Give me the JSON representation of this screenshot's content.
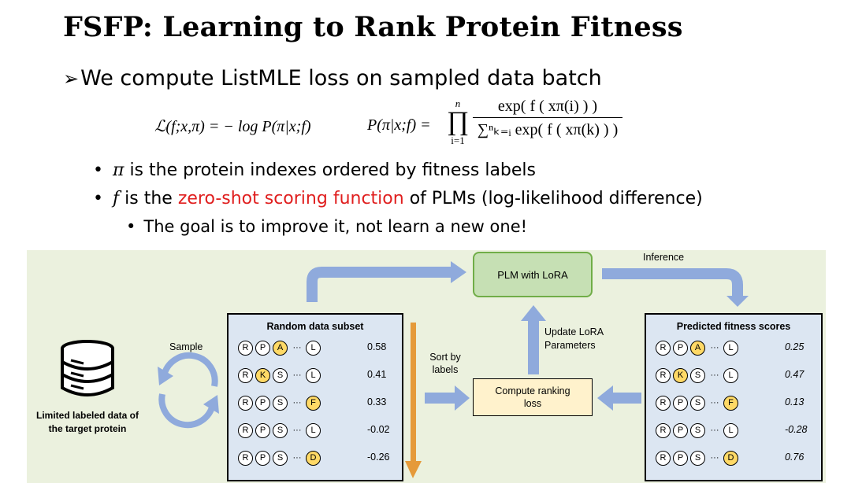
{
  "slide": {
    "title": "FSFP: Learning to Rank Protein Fitness",
    "main_bullet": {
      "marker": "➢",
      "text": "We compute ListMLE loss on sampled data batch"
    },
    "formula": {
      "loss": "ℒ(f;x,π) = − log P(π|x;f)",
      "prob_lhs": "P(π|x;f) =",
      "prod_symbol": "∏",
      "prod_upper": "n",
      "prod_lower": "i=1",
      "numerator": "exp( f ( xπ(i) ) )",
      "denominator": "∑ⁿₖ₌ᵢ exp( f ( xπ(k) ) )"
    },
    "sub_bullets": [
      {
        "symbol": "π",
        "text": " is the protein indexes ordered by fitness labels"
      },
      {
        "symbol": "f",
        "text_before": " is the ",
        "highlight": "zero-shot scoring function",
        "text_after": " of PLMs (log-likelihood difference)"
      }
    ],
    "sub_sub_bullet": "The goal is to improve it, not learn a new one!",
    "colors": {
      "highlight_red": "#e01e1e",
      "panel_bg": "#ebf1de",
      "box_bg": "#dce6f2",
      "arrow_blue": "#8faadc",
      "arrow_orange": "#e59a3a",
      "residue_highlight": "#ffd966",
      "plm_green": "#c6e0b4",
      "loss_box": "#fff2cc"
    }
  },
  "diagram": {
    "database_icon": "database-icon",
    "data_label": "Limited labeled data of the target protein",
    "sample_label": "Sample",
    "sort_label": "Sort by labels",
    "plm_label": "PLM with LoRA",
    "inference_label": "Inference",
    "update_label": "Update LoRA Parameters",
    "loss_label": "Compute ranking loss",
    "random_subset": {
      "title": "Random data subset",
      "rows": [
        {
          "c1": "R",
          "c2": "P",
          "c3": "A",
          "hl": [
            3
          ],
          "last": "L",
          "last_hl": false,
          "score": "0.58"
        },
        {
          "c1": "R",
          "c2": "K",
          "c3": "S",
          "hl": [
            2
          ],
          "last": "L",
          "last_hl": false,
          "score": "0.41"
        },
        {
          "c1": "R",
          "c2": "P",
          "c3": "S",
          "hl": [],
          "last": "F",
          "last_hl": true,
          "score": "0.33"
        },
        {
          "c1": "R",
          "c2": "P",
          "c3": "S",
          "hl": [],
          "last": "L",
          "last_hl": false,
          "score": "-0.02"
        },
        {
          "c1": "R",
          "c2": "P",
          "c3": "S",
          "hl": [],
          "last": "D",
          "last_hl": true,
          "score": "-0.26"
        }
      ]
    },
    "predicted": {
      "title": "Predicted fitness scores",
      "scores": [
        "0.25",
        "0.47",
        "0.13",
        "-0.28",
        "0.76"
      ]
    },
    "ellipsis": "···"
  }
}
